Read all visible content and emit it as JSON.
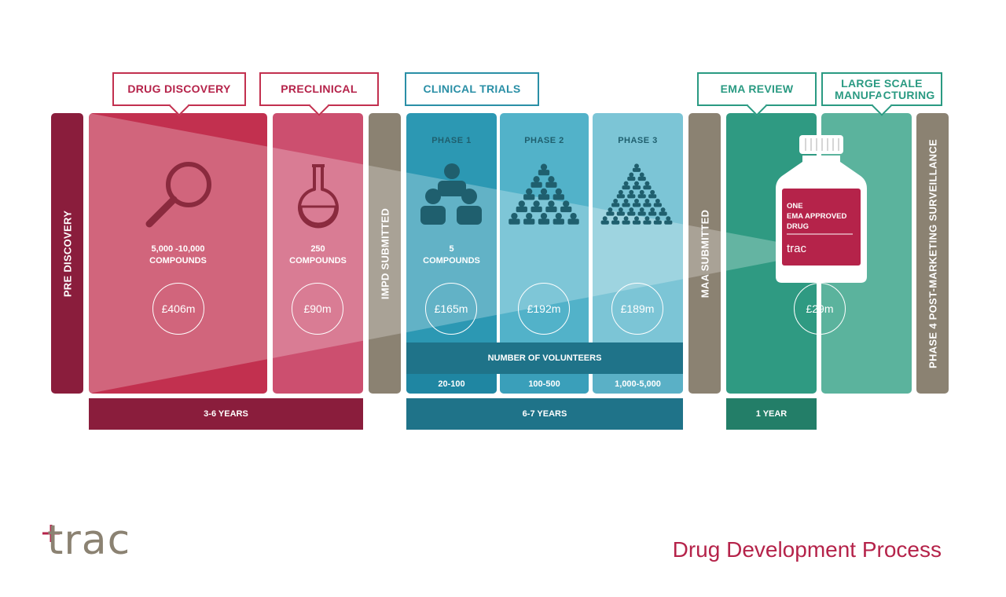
{
  "sidebars": {
    "pre_discovery": "PRE DISCOVERY",
    "impd_submitted": "IMPD SUBMITTED",
    "maa_submitted": "MAA SUBMITTED",
    "phase4": "PHASE 4 POST-MARKETING SURVEILLANCE"
  },
  "callouts": {
    "drug_discovery": "DRUG DISCOVERY",
    "preclinical": "PRECLINICAL",
    "clinical_trials": "CLINICAL TRIALS",
    "ema_review": "EMA REVIEW",
    "large_scale": "LARGE SCALE MANUFACTURING"
  },
  "drug_discovery": {
    "compounds_line1": "5,000 -10,000",
    "compounds_line2": "COMPOUNDS",
    "cost": "£406m"
  },
  "preclinical": {
    "compounds_line1": "250",
    "compounds_line2": "COMPOUNDS",
    "cost": "£90m"
  },
  "phases": [
    {
      "label": "PHASE 1",
      "compounds_line1": "5",
      "compounds_line2": "COMPOUNDS",
      "cost": "£165m",
      "volunteers": "20-100"
    },
    {
      "label": "PHASE 2",
      "cost": "£192m",
      "volunteers": "100-500"
    },
    {
      "label": "PHASE 3",
      "cost": "£189m",
      "volunteers": "1,000-5,000"
    }
  ],
  "volunteers_header": "NUMBER OF VOLUNTEERS",
  "bottle": {
    "line1": "ONE",
    "line2": "EMA APPROVED",
    "line3": "DRUG",
    "brand": "trac"
  },
  "ema_cost": "£29m",
  "durations": {
    "discovery": "3-6 YEARS",
    "clinical": "6-7 YEARS",
    "ema": "1 YEAR"
  },
  "footer": {
    "logo": "trac",
    "title": "Drug Development Process"
  },
  "colors": {
    "crimson_dark": "#8a1d3c",
    "crimson": "#c2304f",
    "pink": "#cc4f6f",
    "taupe": "#8b8272",
    "teal_dark": "#1f7389",
    "teal1": "#2c98b3",
    "teal2": "#52b2c9",
    "teal3": "#7cc5d6",
    "green": "#2f9a82",
    "green_light": "#5bb39d"
  },
  "icons": [
    "magnifier-icon",
    "flask-icon",
    "people-group-icon",
    "people-pyramid-icon",
    "medicine-bottle-icon"
  ]
}
